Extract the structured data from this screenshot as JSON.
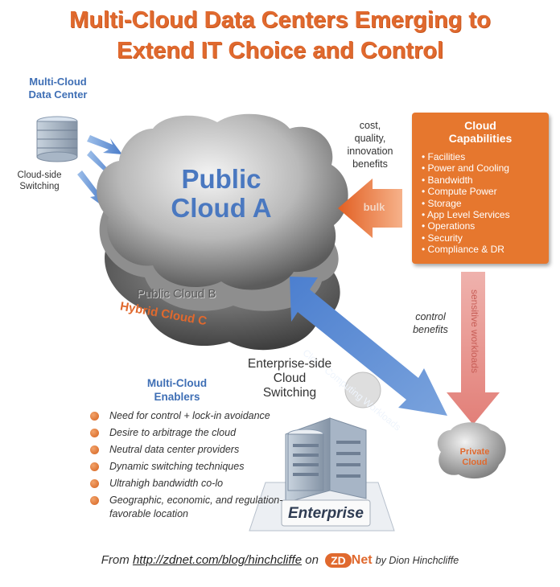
{
  "title": {
    "line1": "Multi-Cloud Data Centers Emerging to",
    "line2": "Extend IT Choice and Control"
  },
  "data_center": {
    "label_line1": "Multi-Cloud",
    "label_line2": "Data Center",
    "switching_line1": "Cloud-side",
    "switching_line2": "Switching"
  },
  "clouds": {
    "public_a_line1": "Public",
    "public_a_line2": "Cloud A",
    "public_b": "Public Cloud B",
    "hybrid_c": "Hybrid Cloud C",
    "private_line1": "Private",
    "private_line2": "Cloud"
  },
  "capabilities": {
    "title_line1": "Cloud",
    "title_line2": "Capabilities",
    "items": [
      "Facilities",
      "Power and Cooling",
      "Bandwidth",
      "Compute Power",
      "Storage",
      "App Level Services",
      "Operations",
      "Security",
      "Compliance & DR"
    ]
  },
  "benefits": {
    "cost_lines": [
      "cost,",
      "quality,",
      "innovation",
      "benefits"
    ],
    "bulk": "bulk",
    "control_lines": [
      "control",
      "benefits"
    ],
    "sensitive": "sensitive workloads"
  },
  "workloads_label": "Cloud Computing Workloads",
  "enterprise_switching": {
    "line1": "Enterprise-side",
    "line2": "Cloud",
    "line3": "Switching"
  },
  "enterprise_label": "Enterprise",
  "enablers": {
    "title_line1": "Multi-Cloud",
    "title_line2": "Enablers",
    "items": [
      "Need for control + lock-in avoidance",
      "Desire to arbitrage the cloud",
      "Neutral data center providers",
      "Dynamic switching techniques",
      "Ultrahigh bandwidth co-lo",
      "Geographic, economic, and regulation-favorable location"
    ]
  },
  "footer": {
    "from": "From",
    "link": "http://zdnet.com/blog/hinchcliffe",
    "on": "on",
    "logo_zd": "ZD",
    "logo_net": "Net",
    "author": "by Dion Hinchcliffe"
  },
  "colors": {
    "title_orange": "#e0692e",
    "label_blue": "#3f6fb5",
    "capabilities_box": "#e6772e",
    "bulk_arrow": "#e8703a",
    "sensitive_arrow": "#ea9a94",
    "workloads_arrow": "#5b8bd0"
  }
}
